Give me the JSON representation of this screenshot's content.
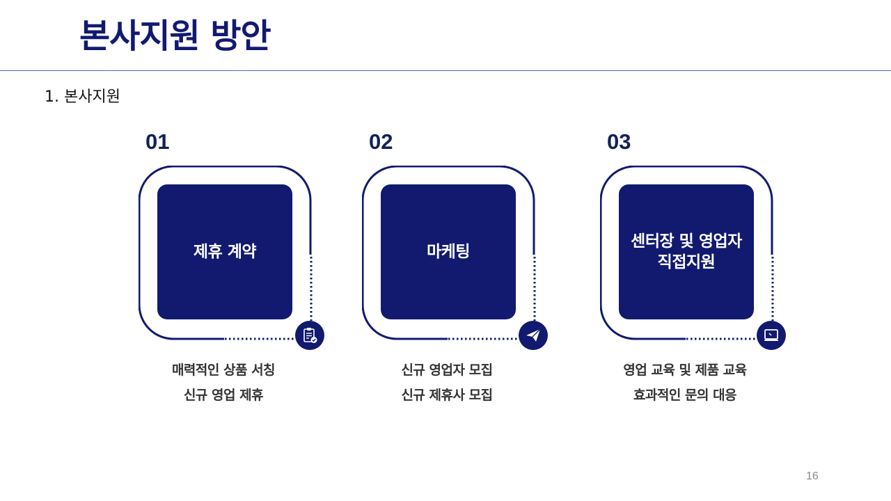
{
  "header": {
    "title": "본사지원 방안"
  },
  "section": {
    "subtitle": "1. 본사지원"
  },
  "steps": [
    {
      "number": "01",
      "label": "제휴 계약",
      "icon": "clipboard-check-icon",
      "desc_lines": [
        "매력적인 상품 서칭",
        "신규 영업 제휴"
      ]
    },
    {
      "number": "02",
      "label": "마케팅",
      "icon": "paper-plane-icon",
      "desc_lines": [
        "신규 영업자 모집",
        "신규 제휴사 모집"
      ]
    },
    {
      "number": "03",
      "label": "센터장 및 영업자\n직접지원",
      "icon": "monitor-icon",
      "desc_lines": [
        "영업 교육 및 제품 교육",
        "효과적인 문의 대응"
      ]
    }
  ],
  "footer": {
    "page_number": "16"
  },
  "colors": {
    "navy": "#111a6e",
    "number_text": "#0f2156",
    "rule": "#4a67b4"
  }
}
